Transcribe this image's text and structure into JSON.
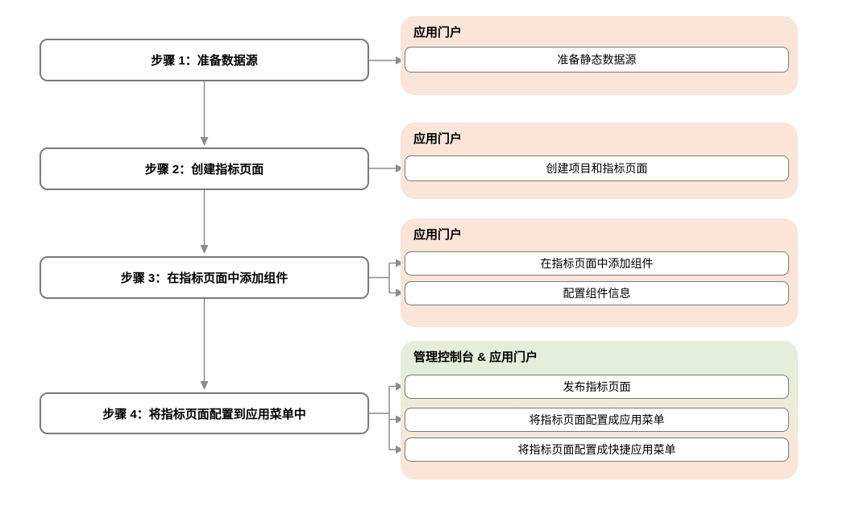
{
  "diagram": {
    "type": "flowchart",
    "direction": "top-to-bottom"
  },
  "steps": [
    {
      "label": "步骤 1：准备数据源"
    },
    {
      "label": "步骤 2：创建指标页面"
    },
    {
      "label": "步骤 3：在指标页面中添加组件"
    },
    {
      "label": "步骤 4：将指标页面配置到应用菜单中"
    }
  ],
  "panels": [
    {
      "header": "应用门户",
      "items": [
        "准备静态数据源"
      ]
    },
    {
      "header": "应用门户",
      "items": [
        "创建项目和指标页面"
      ]
    },
    {
      "header": "应用门户",
      "items": [
        "在指标页面中添加组件",
        "配置组件信息"
      ]
    },
    {
      "header": "管理控制台 & 应用门户",
      "items": [
        "发布指标页面",
        "将指标页面配置成应用菜单",
        "将指标页面配置成快捷应用菜单"
      ]
    }
  ],
  "colors": {
    "panel_peach": "#FBE5D8",
    "panel_green": "#E3EFDB",
    "box_border_gray": "#7A7A7A",
    "connector_gray": "#8C8C8C",
    "text": "#000000",
    "background": "#FFFFFF"
  }
}
